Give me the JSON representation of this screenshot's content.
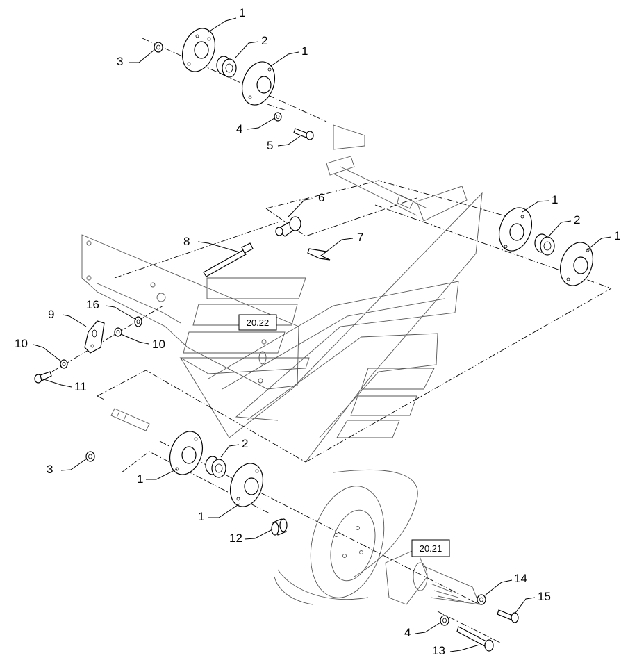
{
  "reference_boxes": {
    "ref_a": "20.22",
    "ref_b": "20.21"
  },
  "callouts": {
    "top_flange_1a": "1",
    "top_bearing_2": "2",
    "top_flange_1b": "1",
    "top_nut_3": "3",
    "top_washer_4": "4",
    "top_bolt_5": "5",
    "spacer_6": "6",
    "clip_7": "7",
    "pin_8": "8",
    "plate_9": "9",
    "right_flange_1a": "1",
    "right_bearing_2": "2",
    "right_flange_1b": "1",
    "washer_16": "16",
    "washer_10_left": "10",
    "washer_10_right": "10",
    "bolt_11": "11",
    "bottom_bearing_2": "2",
    "bottom_nut_3": "3",
    "bottom_flange_1a": "1",
    "bottom_flange_1b": "1",
    "sleeve_12": "12",
    "washer_14": "14",
    "bolt_15": "15",
    "washer_4_bottom": "4",
    "bolt_13": "13"
  }
}
